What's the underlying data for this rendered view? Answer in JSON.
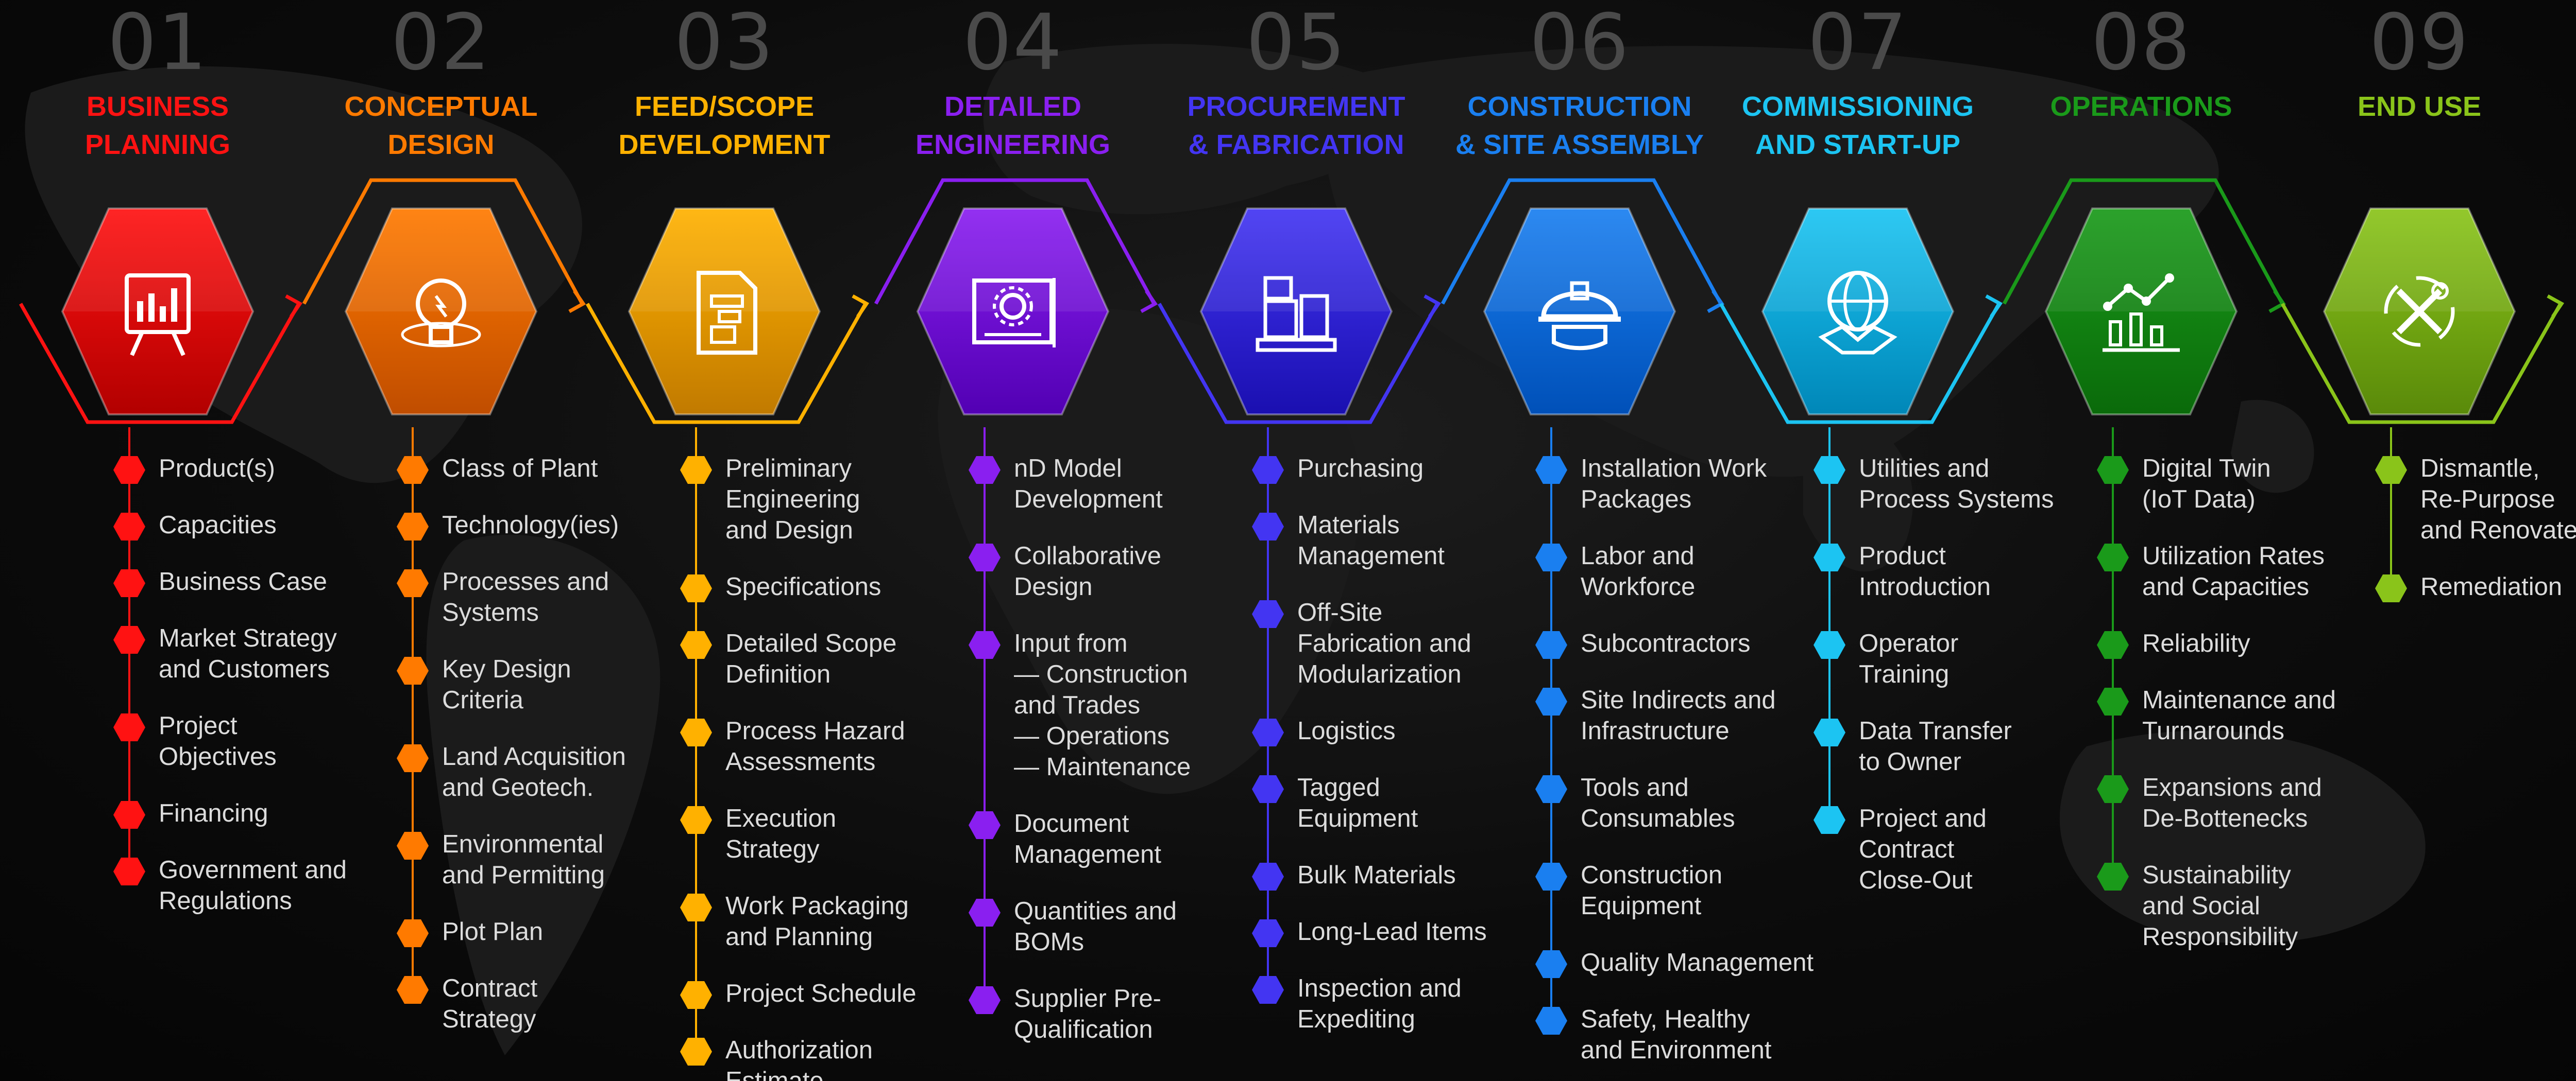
{
  "phases": [
    {
      "number": "01",
      "title": "BUSINESS\nPLANNING",
      "color": "#ff1212",
      "dark": "#b20000",
      "icon": "presentation-board-icon",
      "items": [
        "Product(s)",
        "Capacities",
        "Business Case",
        "Market Strategy\nand Customers",
        "Project\nObjectives",
        "Financing",
        "Government and\nRegulations"
      ]
    },
    {
      "number": "02",
      "title": "CONCEPTUAL\nDESIGN",
      "color": "#ff7a00",
      "dark": "#c04d00",
      "icon": "lightbulb-idea-icon",
      "items": [
        "Class of Plant",
        "Technology(ies)",
        "Processes and\nSystems",
        "Key Design\nCriteria",
        "Land Acquisition\nand Geotech.",
        "Environmental\nand Permitting",
        "Plot Plan",
        "Contract\nStrategy"
      ]
    },
    {
      "number": "03",
      "title": "FEED/SCOPE\nDEVELOPMENT",
      "color": "#ffb100",
      "dark": "#c17a00",
      "icon": "document-blueprint-icon",
      "items": [
        "Preliminary\nEngineering\nand Design",
        "Specifications",
        "Detailed Scope\nDefinition",
        "Process Hazard\nAssessments",
        "Execution\nStrategy",
        "Work Packaging\nand Planning",
        "Project Schedule",
        "Authorization\nEstimate"
      ]
    },
    {
      "number": "04",
      "title": "DETAILED\nENGINEERING",
      "color": "#8a1ff0",
      "dark": "#5200b3",
      "icon": "gear-drawing-icon",
      "items": [
        "nD Model\nDevelopment",
        "Collaborative\nDesign",
        "Input from\n— Construction\n   and Trades\n— Operations\n— Maintenance",
        "Document\nManagement",
        "Quantities and\nBOMs",
        "Supplier Pre-\nQualification"
      ]
    },
    {
      "number": "05",
      "title": "PROCUREMENT\n& FABRICATION",
      "color": "#4335f2",
      "dark": "#1a0fb0",
      "icon": "fabrication-machinery-icon",
      "items": [
        "Purchasing",
        "Materials\nManagement",
        "Off-Site\nFabrication and\nModularization",
        "Logistics",
        "Tagged\nEquipment",
        "Bulk Materials",
        "Long-Lead Items",
        "Inspection and\nExpediting"
      ]
    },
    {
      "number": "06",
      "title": "CONSTRUCTION\n& SITE ASSEMBLY",
      "color": "#1a7ff0",
      "dark": "#0050b8",
      "icon": "hard-hat-icon",
      "items": [
        "Installation Work\nPackages",
        "Labor and\nWorkforce",
        "Subcontractors",
        "Site Indirects and\nInfrastructure",
        "Tools and\nConsumables",
        "Construction\nEquipment",
        "Quality Management",
        "Safety, Healthy\nand Environment"
      ]
    },
    {
      "number": "07",
      "title": "COMMISSIONING\nAND START-UP",
      "color": "#1cc4f2",
      "dark": "#0087b8",
      "icon": "globe-handshake-icon",
      "items": [
        "Utilities and\nProcess Systems",
        "Product\nIntroduction",
        "Operator\nTraining",
        "Data Transfer\nto Owner",
        "Project and\nContract\nClose-Out"
      ]
    },
    {
      "number": "08",
      "title": "OPERATIONS",
      "color": "#1a9a1a",
      "dark": "#0a6a0a",
      "icon": "analytics-chart-icon",
      "items": [
        "Digital Twin\n(IoT Data)",
        "Utilization Rates\nand Capacities",
        "Reliability",
        "Maintenance and\nTurnarounds",
        "Expansions and\nDe-Bottenecks",
        "Sustainability\nand Social\nResponsibility"
      ]
    },
    {
      "number": "09",
      "title": "END USE",
      "color": "#8ac41a",
      "dark": "#5a8a0a",
      "icon": "tools-recycle-icon",
      "items": [
        "Dismantle,\nRe-Purpose\nand Renovate",
        "Remediation"
      ]
    }
  ]
}
